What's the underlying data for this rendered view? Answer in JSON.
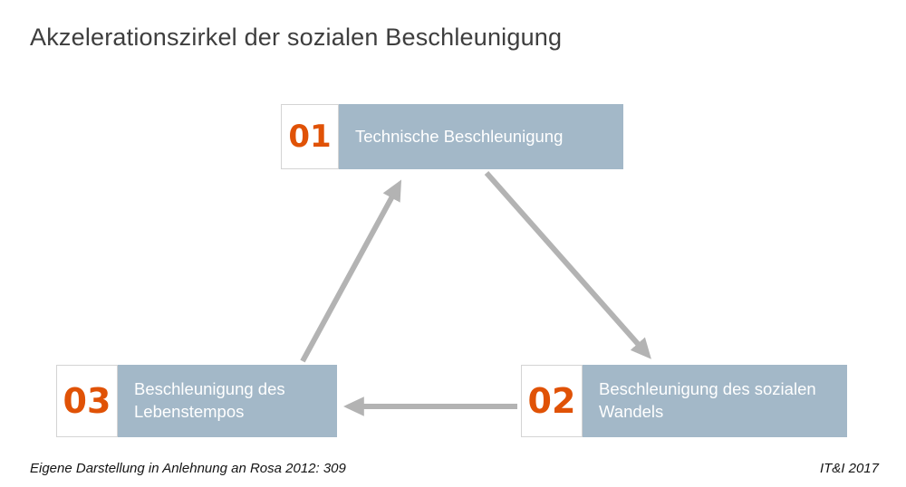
{
  "title": "Akzelerationszirkel der sozialen Beschleunigung",
  "boxes": [
    {
      "number": "01",
      "label": "Technische Beschleunigung"
    },
    {
      "number": "02",
      "label": "Beschleunigung des sozialen Wandels"
    },
    {
      "number": "03",
      "label": "Beschleunigung des Lebenstempos"
    }
  ],
  "arrows": [
    {
      "from": "03",
      "to": "01"
    },
    {
      "from": "01",
      "to": "02"
    },
    {
      "from": "02",
      "to": "03"
    }
  ],
  "footer": {
    "source": "Eigene Darstellung in Anlehnung an Rosa 2012: 309",
    "credit": "IT&I 2017"
  },
  "colors": {
    "box_fill": "#a3b8c8",
    "number_color": "#e05206",
    "arrow_color": "#b3b3b3",
    "title_color": "#3e3e3e"
  }
}
